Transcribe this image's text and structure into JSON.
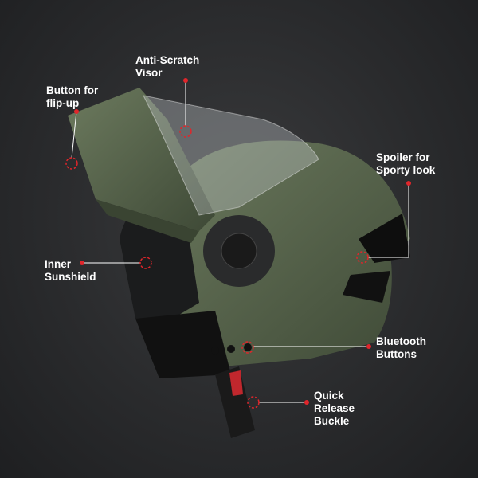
{
  "colors": {
    "accent": "#e0262b",
    "helmet": "#5c6a4f",
    "background": "#2a2b2d"
  },
  "callouts": [
    {
      "id": "visor",
      "text": "Anti-Scratch\nVisor"
    },
    {
      "id": "flip",
      "text": "Button for\nflip-up"
    },
    {
      "id": "spoiler",
      "text": "Spoiler for\nSporty look"
    },
    {
      "id": "sunshield",
      "text": "Inner\nSunshield"
    },
    {
      "id": "bluetooth",
      "text": "Bluetooth\nButtons"
    },
    {
      "id": "buckle",
      "text": "Quick\nRelease\nBuckle"
    }
  ]
}
